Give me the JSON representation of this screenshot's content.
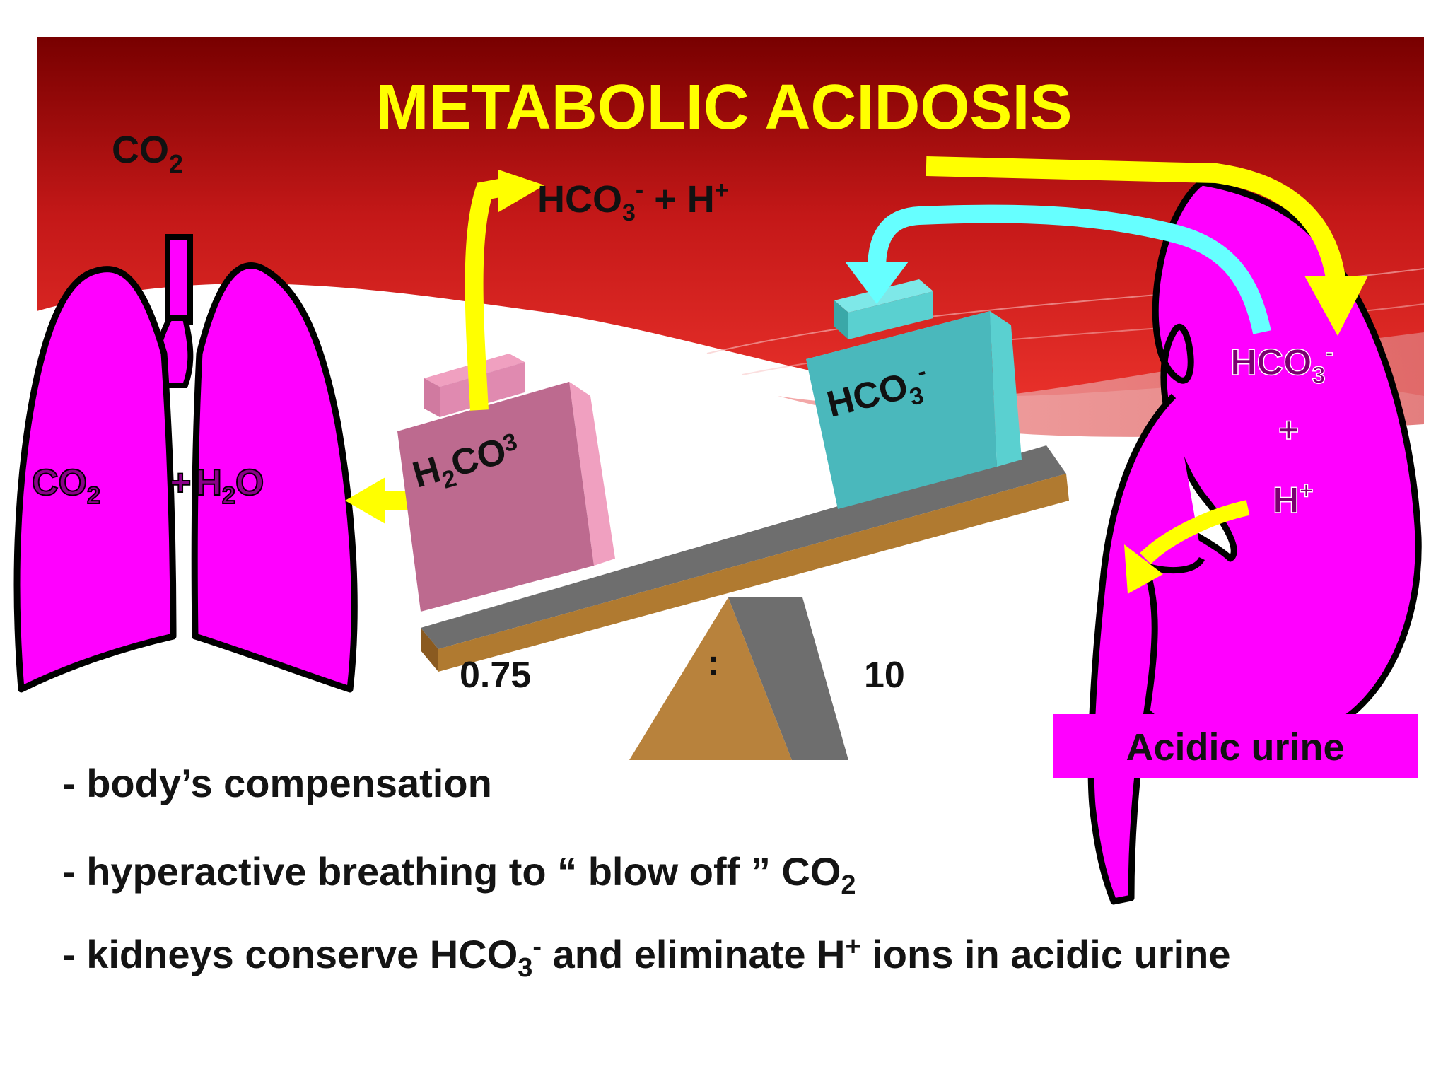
{
  "title": "METABOLIC ACIDOSIS",
  "lungs": {
    "top_label_main": "CO",
    "top_label_sub": "2",
    "inner_left_main": "CO",
    "inner_left_sub": "2",
    "inner_plus": "+",
    "inner_right_h": "H",
    "inner_right_sub": "2",
    "inner_right_o": "O"
  },
  "reaction": {
    "hco": "HCO",
    "sub3": "3",
    "minus": "-",
    "plus_h": " + H",
    "plus_sign": "+"
  },
  "seesaw": {
    "left_weight_h": "H",
    "left_weight_sub2": "2",
    "left_weight_co": "CO",
    "left_weight_sub3": "3",
    "right_weight_hco": "HCO",
    "right_weight_sub3": "3",
    "right_weight_minus": "-",
    "ratio_left": "0.75",
    "ratio_sep": ":",
    "ratio_right": "10"
  },
  "kidney": {
    "hco": "HCO",
    "sub3": "3",
    "minus": "-",
    "plus": "+",
    "h": "H",
    "h_plus": "+",
    "urine_label": "Acidic urine"
  },
  "bullets": {
    "b1": "- body’s compensation",
    "b2_text": "- hyperactive breathing to “ blow off ” CO",
    "b2_sub": "2",
    "b3_a": "- kidneys conserve HCO",
    "b3_sub": "3",
    "b3_sup": "-",
    "b3_b": " and eliminate H",
    "b3_sup2": "+",
    "b3_c": " ions in acidic urine"
  },
  "colors": {
    "banner_dark": "#7a0000",
    "banner_red": "#e02020",
    "title": "#ffff00",
    "organ": "#ff00ff",
    "arrow_yellow": "#ffff00",
    "arrow_cyan": "#66ffff",
    "weight_pink": "#c06a90",
    "weight_teal": "#4cc4c4",
    "beam_wood": "#b07a30",
    "beam_gray": "#707070"
  },
  "icons": [
    "lungs-icon",
    "kidney-icon",
    "seesaw-icon"
  ]
}
